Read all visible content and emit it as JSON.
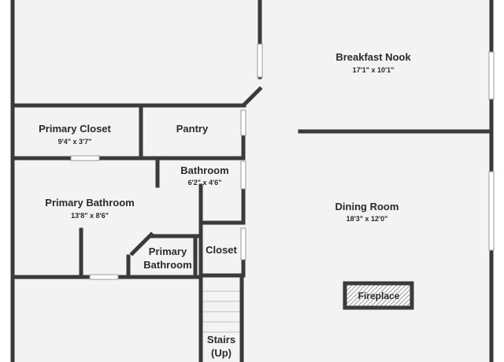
{
  "rooms": {
    "breakfast_nook": {
      "name": "Breakfast Nook",
      "dims": "17'1\" x 10'1\""
    },
    "primary_closet": {
      "name": "Primary Closet",
      "dims": "9'4\" x 3'7\""
    },
    "pantry": {
      "name": "Pantry"
    },
    "bathroom": {
      "name": "Bathroom",
      "dims": "6'2\" x 4'6\""
    },
    "primary_bathroom": {
      "name": "Primary Bathroom",
      "dims": "13'8\" x 8'6\""
    },
    "primary_bathroom_small": {
      "line1": "Primary",
      "line2": "Bathroom"
    },
    "closet": {
      "name": "Closet"
    },
    "dining_room": {
      "name": "Dining Room",
      "dims": "18'3\" x 12'0\""
    },
    "stairs": {
      "line1": "Stairs",
      "line2": "(Up)"
    }
  },
  "fireplace": {
    "label": "Fireplace"
  },
  "colors": {
    "wall": "#3a3a3a",
    "floor": "#f3f3f3",
    "window": "#ffffff",
    "fireplace_hatch": "#555555"
  }
}
